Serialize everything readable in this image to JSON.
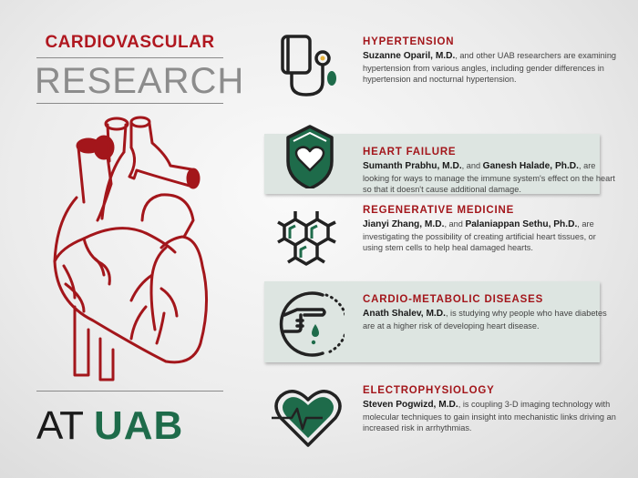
{
  "title": {
    "line1": "CARDIOVASCULAR",
    "line2": "RESEARCH",
    "line3_prefix": "AT",
    "line3_brand": "UAB"
  },
  "colors": {
    "red": "#b0171f",
    "green": "#1e6b4a",
    "gray": "#8c8c8c",
    "panel": "#dde5e1"
  },
  "items": [
    {
      "icon": "blood-pressure-cuff-icon",
      "heading": "HYPERTENSION",
      "names": [
        "Suzanne Oparil, M.D."
      ],
      "connector": "",
      "lead_suffix": ", and other UAB researchers",
      "body": "are examining hypertension from various angles, including gender differences in hypertension and nocturnal hypertension.",
      "boxed": false
    },
    {
      "icon": "shield-heart-icon",
      "heading": "HEART FAILURE",
      "names": [
        "Sumanth Prabhu, M.D.",
        "Ganesh Halade, Ph.D."
      ],
      "connector": ", and ",
      "lead_suffix": ",",
      "body": "are looking for ways to manage the immune system's effect on the heart so that it doesn't cause additional damage.",
      "boxed": true
    },
    {
      "icon": "hexagon-cells-icon",
      "heading": "REGENERATIVE MEDICINE",
      "names": [
        "Jianyi Zhang, M.D.",
        "Palaniappan Sethu, Ph.D."
      ],
      "connector": ", and ",
      "lead_suffix": ",",
      "body": "are investigating the possibility of creating artificial heart tissues, or using stem cells to help heal damaged hearts.",
      "boxed": false
    },
    {
      "icon": "finger-blood-drop-icon",
      "heading": "CARDIO-METABOLIC DISEASES",
      "names": [
        "Anath Shalev, M.D."
      ],
      "connector": "",
      "lead_suffix": ", is studying why people who",
      "body": "have diabetes are at a higher risk of developing heart disease.",
      "boxed": true
    },
    {
      "icon": "heart-pulse-icon",
      "heading": "ELECTROPHYSIOLOGY",
      "names": [
        "Steven Pogwizd, M.D."
      ],
      "connector": "",
      "lead_suffix": ", is coupling 3-D imaging",
      "body": "technology with molecular techniques to gain insight into mechanistic links driving an increased risk in arrhythmias.",
      "boxed": false
    }
  ]
}
